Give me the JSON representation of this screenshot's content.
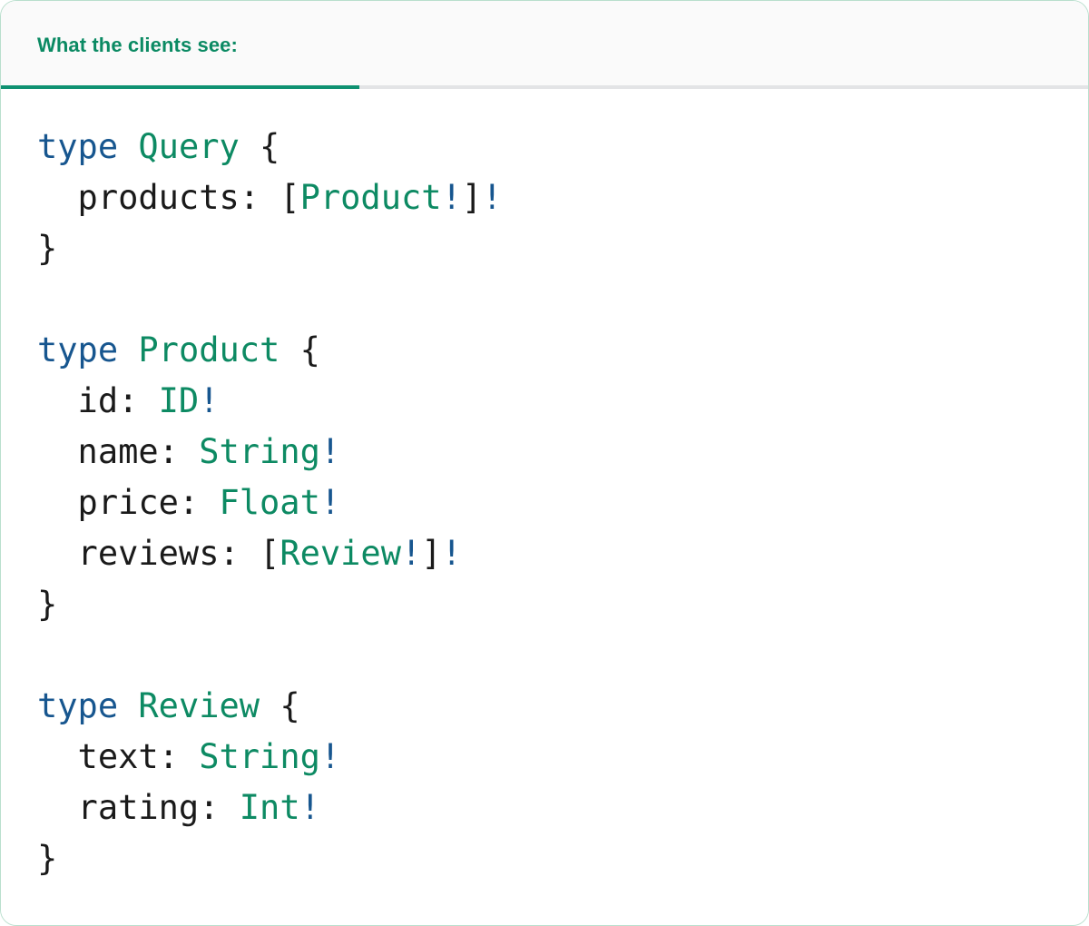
{
  "card": {
    "accent_green": "#0f9171",
    "border_color": "#b9dfcd",
    "header_bg": "#fafafa"
  },
  "tabs": [
    {
      "label": "What the clients see:",
      "active": true
    }
  ],
  "code": {
    "language": "graphql",
    "colors": {
      "keyword": "#17568f",
      "type_name": "#0d8a63",
      "non_null": "#17568f",
      "plain": "#1a1a1a"
    },
    "lines": [
      {
        "tokens": [
          {
            "t": "type",
            "c": "k"
          },
          {
            "t": " ",
            "c": "p"
          },
          {
            "t": "Query",
            "c": "t"
          },
          {
            "t": " {",
            "c": "p"
          }
        ]
      },
      {
        "tokens": [
          {
            "t": "  products: [",
            "c": "p"
          },
          {
            "t": "Product",
            "c": "t"
          },
          {
            "t": "!",
            "c": "b"
          },
          {
            "t": "]",
            "c": "p"
          },
          {
            "t": "!",
            "c": "b"
          }
        ]
      },
      {
        "tokens": [
          {
            "t": "}",
            "c": "p"
          }
        ]
      },
      {
        "tokens": []
      },
      {
        "tokens": [
          {
            "t": "type",
            "c": "k"
          },
          {
            "t": " ",
            "c": "p"
          },
          {
            "t": "Product",
            "c": "t"
          },
          {
            "t": " {",
            "c": "p"
          }
        ]
      },
      {
        "tokens": [
          {
            "t": "  id: ",
            "c": "p"
          },
          {
            "t": "ID",
            "c": "t"
          },
          {
            "t": "!",
            "c": "b"
          }
        ]
      },
      {
        "tokens": [
          {
            "t": "  name: ",
            "c": "p"
          },
          {
            "t": "String",
            "c": "t"
          },
          {
            "t": "!",
            "c": "b"
          }
        ]
      },
      {
        "tokens": [
          {
            "t": "  price: ",
            "c": "p"
          },
          {
            "t": "Float",
            "c": "t"
          },
          {
            "t": "!",
            "c": "b"
          }
        ]
      },
      {
        "tokens": [
          {
            "t": "  reviews: [",
            "c": "p"
          },
          {
            "t": "Review",
            "c": "t"
          },
          {
            "t": "!",
            "c": "b"
          },
          {
            "t": "]",
            "c": "p"
          },
          {
            "t": "!",
            "c": "b"
          }
        ]
      },
      {
        "tokens": [
          {
            "t": "}",
            "c": "p"
          }
        ]
      },
      {
        "tokens": []
      },
      {
        "tokens": [
          {
            "t": "type",
            "c": "k"
          },
          {
            "t": " ",
            "c": "p"
          },
          {
            "t": "Review",
            "c": "t"
          },
          {
            "t": " {",
            "c": "p"
          }
        ]
      },
      {
        "tokens": [
          {
            "t": "  text: ",
            "c": "p"
          },
          {
            "t": "String",
            "c": "t"
          },
          {
            "t": "!",
            "c": "b"
          }
        ]
      },
      {
        "tokens": [
          {
            "t": "  rating: ",
            "c": "p"
          },
          {
            "t": "Int",
            "c": "t"
          },
          {
            "t": "!",
            "c": "b"
          }
        ]
      },
      {
        "tokens": [
          {
            "t": "}",
            "c": "p"
          }
        ]
      }
    ]
  }
}
